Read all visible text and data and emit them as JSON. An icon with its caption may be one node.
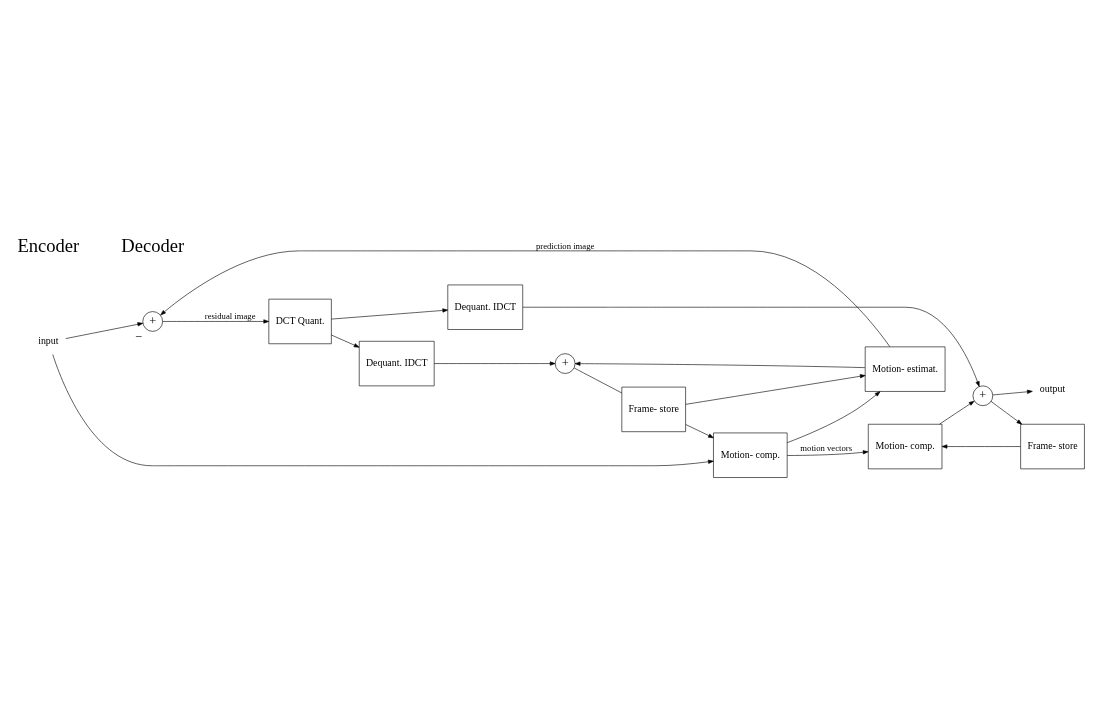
{
  "diagram": {
    "nodes": [
      {
        "text": [
          "input"
        ]
      },
      {
        "text": [
          "+"
        ],
        "beside": [
          "−"
        ]
      },
      {
        "text": [
          "DCT Quant."
        ]
      },
      {
        "text": [
          "Dequant. IDCT"
        ]
      },
      {
        "text": [
          "+"
        ]
      },
      {
        "text": [
          "Motion- estimat."
        ]
      },
      {
        "text": [
          "Frame- store"
        ]
      },
      {
        "text": [
          "Motion- comp."
        ]
      },
      {
        "text": [
          "Dequant. IDCT"
        ]
      },
      {
        "text": [
          "+"
        ]
      },
      {
        "text": [
          "Motion- comp."
        ]
      },
      {
        "text": [
          "Frame- store"
        ]
      },
      {
        "text": [
          "output"
        ]
      }
    ],
    "edges": [
      {
        "from": 0,
        "to": 1,
        "arrow": "to"
      },
      {
        "from": 0,
        "to": 7,
        "arrow": "to"
      },
      {
        "from": 1,
        "to": 2,
        "arrow": "to",
        "label": "residual image"
      },
      {
        "from": 2,
        "to": 3,
        "arrow": "to"
      },
      {
        "from": 2,
        "to": 8,
        "arrow": "to"
      },
      {
        "from": 3,
        "to": 4,
        "arrow": "to"
      },
      {
        "from": 5,
        "to": 1,
        "arrow": "to",
        "label": "prediction image"
      },
      {
        "from": 5,
        "to": 4,
        "arrow": "to"
      },
      {
        "from": 4,
        "to": 6,
        "arrow": "none"
      },
      {
        "from": 6,
        "to": 5,
        "arrow": "to"
      },
      {
        "from": 6,
        "to": 7,
        "arrow": "to"
      },
      {
        "from": 7,
        "to": 5,
        "arrow": "to"
      },
      {
        "from": 7,
        "to": 10,
        "arrow": "to",
        "label": "motion vectors"
      },
      {
        "from": 8,
        "to": 9,
        "arrow": "to"
      },
      {
        "from": 9,
        "to": 12,
        "arrow": "to"
      },
      {
        "from": 9,
        "to": 11,
        "arrow": "to"
      },
      {
        "from": 11,
        "to": 10,
        "arrow": "to"
      },
      {
        "from": 10,
        "to": 9,
        "arrow": "to"
      }
    ],
    "labels": [
      "Encoder",
      "Decoder"
    ]
  }
}
